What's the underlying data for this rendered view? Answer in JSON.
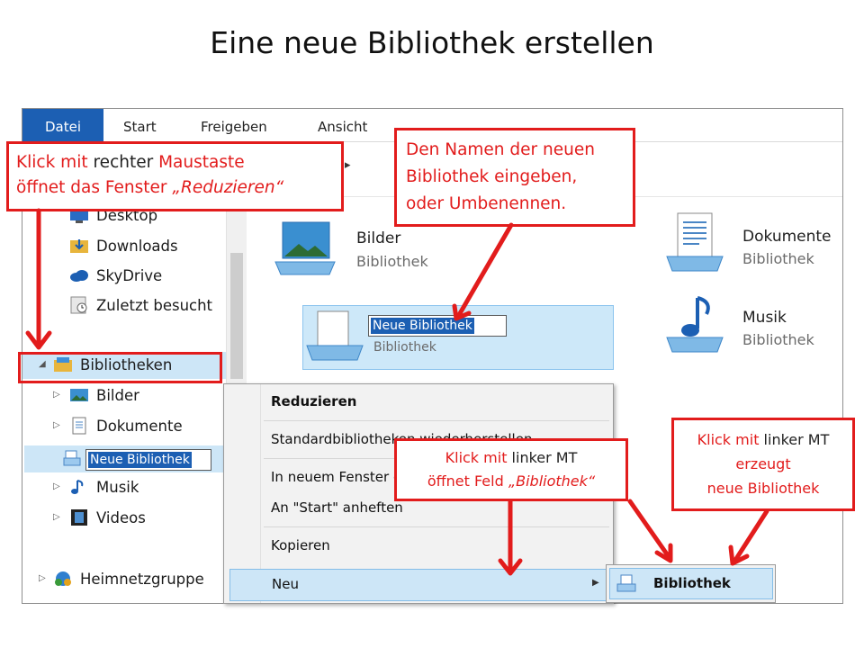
{
  "slide": {
    "title": "Eine neue Bibliothek erstellen"
  },
  "ribbon": {
    "tabs": [
      "Datei",
      "Start",
      "Freigeben",
      "Ansicht"
    ]
  },
  "nav": {
    "items": [
      "Desktop",
      "Downloads",
      "SkyDrive",
      "Zuletzt besucht",
      "Bibliotheken",
      "Bilder",
      "Dokumente",
      "Musik",
      "Videos",
      "Heimnetzgruppe"
    ],
    "rename_value": "Neue Bibliothek"
  },
  "content": {
    "tiles": [
      {
        "name": "Bilder",
        "type": "Bibliothek"
      },
      {
        "name": "Dokumente",
        "type": "Bibliothek"
      },
      {
        "name": "Musik",
        "type": "Bibliothek"
      }
    ],
    "new_tile": {
      "name": "Neue Bibliothek",
      "type": "Bibliothek"
    }
  },
  "context_menu": {
    "items": [
      "Reduzieren",
      "Standardbibliotheken wiederherstellen",
      "In neuem Fenster öffnen",
      "An \"Start\" anheften",
      "Kopieren",
      "Neu"
    ],
    "submenu_item": "Bibliothek"
  },
  "callouts": {
    "right_click": {
      "line1_red": "Klick mit ",
      "line1_dark": "rechter ",
      "line1_red2": "Maustaste",
      "line2_red": "öffnet das Fenster ",
      "line2_italic": "„Reduzieren“"
    },
    "name": {
      "line1": "Den Namen der neuen",
      "line2": "Bibliothek eingeben,",
      "line3": "oder Umbenennen."
    },
    "field": {
      "line1_red": "Klick mit ",
      "line1_dark": "linker MT",
      "line2_red": "öffnet Feld ",
      "line2_italic": "„Bibliothek“"
    },
    "create": {
      "line1_red": "Klick mit ",
      "line1_dark": "linker MT",
      "line2": "erzeugt",
      "line3": "neue Bibliothek"
    }
  },
  "colors": {
    "accent_red": "#e21c1c",
    "selection_blue": "#cde6f7",
    "file_tab_blue": "#1c5fb3"
  }
}
